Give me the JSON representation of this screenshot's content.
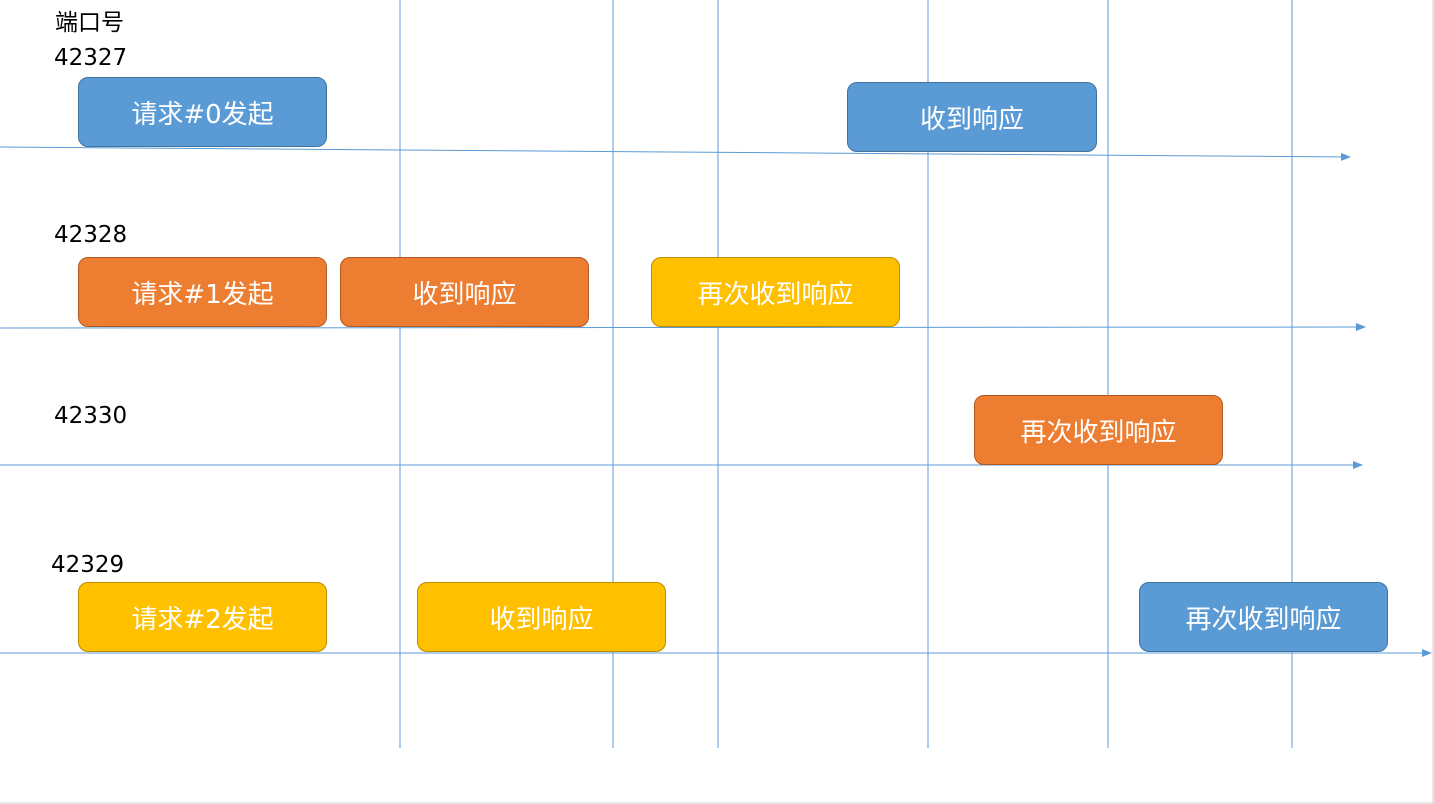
{
  "header_label": "端口号",
  "colors": {
    "blue": "#5b9bd5",
    "orange": "#ed7d31",
    "yellow": "#ffc000",
    "line": "#5b9bd5"
  },
  "rows": [
    {
      "port": "42327",
      "events": [
        {
          "label": "请求#0发起",
          "color": "blue"
        },
        {
          "label": "收到响应",
          "color": "blue"
        }
      ]
    },
    {
      "port": "42328",
      "events": [
        {
          "label": "请求#1发起",
          "color": "orange"
        },
        {
          "label": "收到响应",
          "color": "orange"
        },
        {
          "label": "再次收到响应",
          "color": "yellow"
        }
      ]
    },
    {
      "port": "42330",
      "events": [
        {
          "label": "再次收到响应",
          "color": "orange"
        }
      ]
    },
    {
      "port": "42329",
      "events": [
        {
          "label": "请求#2发起",
          "color": "yellow"
        },
        {
          "label": "收到响应",
          "color": "yellow"
        },
        {
          "label": "再次收到响应",
          "color": "blue"
        }
      ]
    }
  ]
}
